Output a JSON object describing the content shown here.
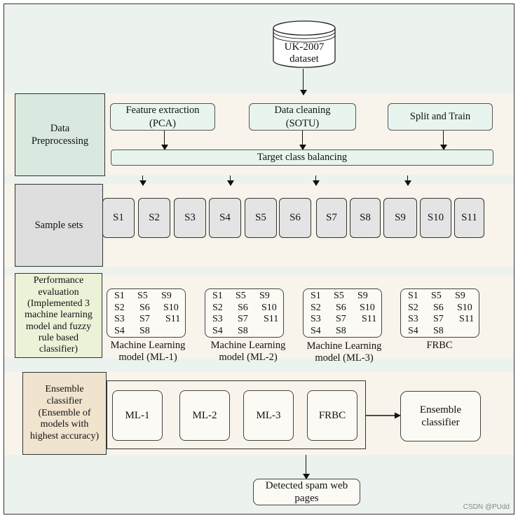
{
  "dataset": {
    "line1": "UK-2007",
    "line2": "dataset"
  },
  "row1": {
    "side": {
      "line1": "Data",
      "line2": "Preprocessing"
    },
    "feature": {
      "line1": "Feature extraction",
      "line2": "(PCA)"
    },
    "cleaning": {
      "line1": "Data cleaning",
      "line2": "(SOTU)"
    },
    "split": "Split and Train",
    "balancing": "Target class balancing"
  },
  "row2": {
    "side": "Sample sets",
    "samples": [
      "S1",
      "S2",
      "S3",
      "S4",
      "S5",
      "S6",
      "S7",
      "S8",
      "S9",
      "S10",
      "S11"
    ]
  },
  "row3": {
    "side": {
      "l1": "Performance",
      "l2": "evaluation",
      "l3": "(Implemented 3",
      "l4": "machine learning",
      "l5": "model and fuzzy",
      "l6": "rule based",
      "l7": "classifier)"
    },
    "grid_cells": [
      "S1",
      "S5",
      "S9",
      "S2",
      "S6",
      "S10",
      "S3",
      "S7",
      "S11",
      "S4",
      "S8"
    ],
    "models": [
      {
        "line1": "Machine Learning",
        "line2": "model (ML-1)"
      },
      {
        "line1": "Machine Learning",
        "line2": "model (ML-2)"
      },
      {
        "line1": "Machine Learning",
        "line2": "model (ML-3)"
      },
      {
        "line1": "FRBC",
        "line2": ""
      }
    ]
  },
  "row4": {
    "side": {
      "l1": "Ensemble",
      "l2": "classifier",
      "l3": "(Ensemble of",
      "l4": "models with",
      "l5": "highest accuracy)"
    },
    "models": [
      "ML-1",
      "ML-2",
      "ML-3",
      "FRBC"
    ],
    "ensemble": {
      "line1": "Ensemble",
      "line2": "classifier"
    }
  },
  "output": {
    "line1": "Detected spam web",
    "line2": "pages"
  },
  "watermark": "CSDN @PUdd",
  "colors": {
    "frame_bg": "#ecf3ee",
    "band_bg": "#f8f4ec",
    "green_box": "#e7f5ee",
    "gray_box": "#e4e4e4"
  }
}
